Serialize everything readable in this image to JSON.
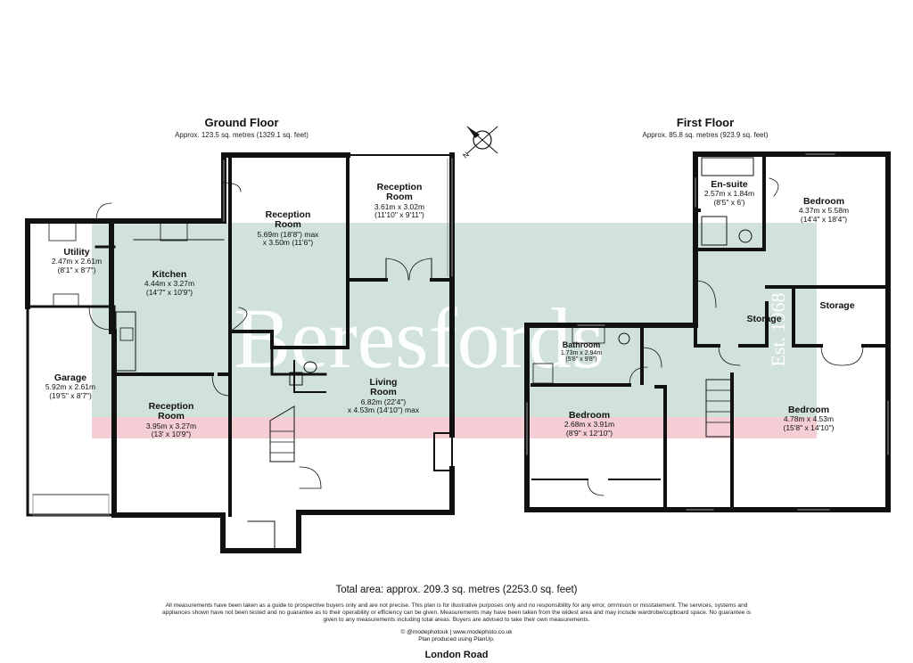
{
  "ground_floor": {
    "title": "Ground Floor",
    "area": "Approx. 123.5 sq. metres (1329.1 sq. feet)",
    "rooms": {
      "utility": {
        "name": "Utility",
        "dim1": "2.47m x 2.61m",
        "dim2": "(8'1\" x 8'7\")"
      },
      "kitchen": {
        "name": "Kitchen",
        "dim1": "4.44m x 3.27m",
        "dim2": "(14'7\" x 10'9\")"
      },
      "reception_room_a": {
        "name": "Reception Room",
        "dim1": "5.69m (18'8\") max",
        "dim2": "x 3.50m (11'6\")"
      },
      "reception_room_b": {
        "name": "Reception Room",
        "dim1": "3.61m x 3.02m",
        "dim2": "(11'10\" x 9'11\")"
      },
      "garage": {
        "name": "Garage",
        "dim1": "5.92m x 2.61m",
        "dim2": "(19'5\" x 8'7\")"
      },
      "reception_room_c": {
        "name": "Reception Room",
        "dim1": "3.95m x 3.27m",
        "dim2": "(13' x 10'9\")"
      },
      "living_room": {
        "name": "Living Room",
        "dim1": "6.82m (22'4\")",
        "dim2": "x 4.53m (14'10\") max"
      }
    }
  },
  "first_floor": {
    "title": "First Floor",
    "area": "Approx. 85.8 sq. metres (923.9 sq. feet)",
    "rooms": {
      "en_suite": {
        "name": "En-suite",
        "dim1": "2.57m x 1.84m",
        "dim2": "(8'5\" x 6')"
      },
      "bedroom_a": {
        "name": "Bedroom",
        "dim1": "4.37m x 5.58m",
        "dim2": "(14'4\" x 18'4\")"
      },
      "storage_a": {
        "name": "Storage"
      },
      "storage_b": {
        "name": "Storage"
      },
      "bathroom": {
        "name": "Bathroom",
        "dim1": "1.73m x 2.94m",
        "dim2": "(5'8\" x 9'8\")"
      },
      "bedroom_b": {
        "name": "Bedroom",
        "dim1": "2.68m x 3.91m",
        "dim2": "(8'9\" x 12'10\")"
      },
      "bedroom_c": {
        "name": "Bedroom",
        "dim1": "4.78m x 4.53m",
        "dim2": "(15'8\" x 14'10\")"
      }
    }
  },
  "watermark": {
    "brand": "Beresfords",
    "est": "Est. 1968"
  },
  "compass": {
    "letter": "N"
  },
  "footer": {
    "total_area": "Total area: approx. 209.3 sq. metres (2253.0 sq. feet)",
    "disclaimer": "All measurements have been taken as a guide to prospective buyers only and are not precise. This plan is for illustrative purposes only and no responsibility for any error, ommison or misstatement. The services, systems and appliances shown have not been tested and no guarantee as to their operability or efficiency can be given. Measurements may have been taken from the widest area and may include wardrobe/cupboard space. No guarantee is given to any measurements including total areas. Buyers are advised to take their own measurements.",
    "credit_line1": "© @modephotouk | www.modephoto.co.uk",
    "credit_line2": "Plan produced using PlanUp.",
    "address": "London Road"
  },
  "colors": {
    "wall": "#111111",
    "watermark_band": "#c9ddd4",
    "watermark_pink": "#f2c6cc",
    "watermark_text": "#ffffff"
  }
}
